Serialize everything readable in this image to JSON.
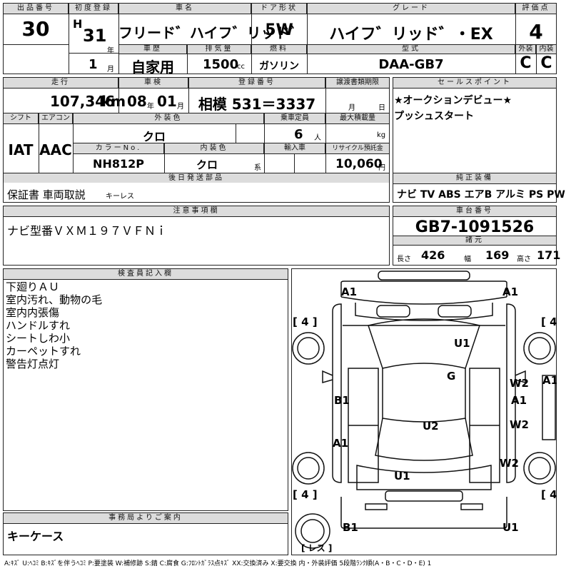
{
  "header": {
    "lot_label": "出品番号",
    "lot_no": "30",
    "first_reg_label": "初度登録",
    "era": "H",
    "year_val": "31",
    "year_unit": "年",
    "month_val": "1",
    "month_unit": "月",
    "car_name_label": "車名",
    "car_name": "フリード゛ハイフ゛リッド゛",
    "door_label": "ドア形状",
    "door": "5W",
    "grade_label": "グレード",
    "grade": "ハイフ゛リッド゛・EX",
    "score_label": "評価点",
    "score": "4",
    "history_label": "車歴",
    "history": "自家用",
    "displacement_label": "排気量",
    "displacement": "1500",
    "displacement_unit": "cc",
    "fuel_label": "燃料",
    "fuel": "ガソリン",
    "model_label": "型式",
    "model": "DAA-GB7",
    "ext_label": "外装",
    "ext": "C",
    "int_label": "内装",
    "int": "C"
  },
  "specs": {
    "mileage_label": "走行",
    "mileage": "107,346",
    "mileage_unit": "km",
    "inspection_label": "車検",
    "insp_year": "08",
    "insp_y_unit": "年",
    "insp_month": "01",
    "insp_m_unit": "月",
    "reg_label": "登録番号",
    "reg_no": "相模 531＝3337",
    "transfer_label": "譲渡書類期限",
    "transfer_m": "月",
    "transfer_d": "日",
    "shift_label": "シフト",
    "shift": "IAT",
    "ac_label": "エアコン",
    "ac": "AAC",
    "color_label": "外装色",
    "color": "クロ",
    "capacity_label": "乗車定員",
    "capacity": "6",
    "capacity_unit": "人",
    "load_label": "最大積載量",
    "load_unit": "kg",
    "color_no_label": "カラーNo.",
    "color_no": "NH812P",
    "int_color_label": "内装色",
    "int_color": "クロ",
    "int_color_suffix": "系",
    "import_label": "輸入車",
    "recycle_label": "リサイクル預託金",
    "recycle": "10,060",
    "recycle_unit": "円"
  },
  "sales": {
    "label": "セールスポイント",
    "lines": [
      "★オークションデビュー★",
      "プッシュスタート"
    ]
  },
  "later_parts": {
    "label": "後日発送部品",
    "text": "保証書 車両取説",
    "extra": "キーレス"
  },
  "equipment": {
    "label": "純正装備",
    "items": "ナビ TV ABS エアB アルミ PS PW"
  },
  "caution": {
    "label": "注意事項欄",
    "text": "ナビ型番ＶＸＭ１９７ＶＦＮｉ"
  },
  "chassis": {
    "label": "車台番号",
    "value": "GB7-1091526"
  },
  "dims": {
    "label": "諸元",
    "len_label": "長さ",
    "len": "426",
    "wid_label": "幅",
    "wid": "169",
    "hei_label": "高さ",
    "hei": "171"
  },
  "inspector": {
    "label": "検査員記入欄",
    "lines": [
      "下廻りＡＵ",
      "室内汚れ、動物の毛",
      "室内内張傷",
      "ハンドルすれ",
      "シートしわ小",
      "カーペットすれ",
      "警告灯点灯"
    ]
  },
  "office": {
    "label": "事務局よりご案内",
    "text": "キーケース"
  },
  "diagram": {
    "tire_label": "[ 4 ]",
    "spare_label": "[ レス ]",
    "marks": {
      "a1_fl": "A1",
      "a1_fr": "A1",
      "u1_top": "U1",
      "g": "G",
      "w2_r1": "W2",
      "a1_r1": "A1",
      "a1_far": "A1",
      "b1_l": "B1",
      "u2": "U2",
      "w2_r2": "W2",
      "a1_l": "A1",
      "w2_r3": "W2",
      "u1_bot": "U1",
      "b1_bot": "B1",
      "u1_bl": "U1"
    }
  },
  "legend": "A:ｷｽﾞ U:ﾍｺﾐ B:ｷｽﾞを伴うﾍｺﾐ P:要塗装 W:補修跡 S:錆 C:腐食 G:ﾌﾛﾝﾄｶﾞﾗｽ点ｷｽﾞ XX:交換済み X:要交換 内・外装評価 5段階ﾗﾝｸ順(A・B・C・D・E) 1"
}
